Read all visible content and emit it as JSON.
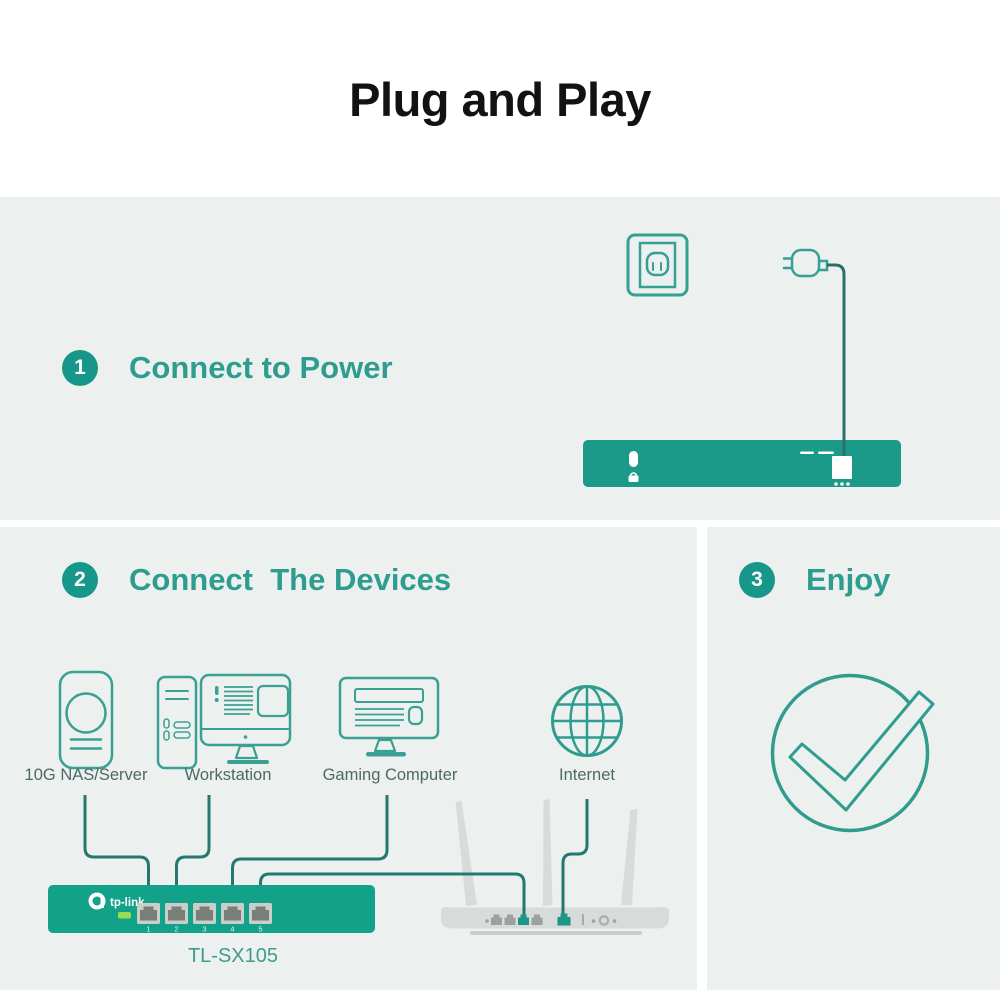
{
  "title": "Plug and Play",
  "colors": {
    "accent_teal": "#17968A",
    "heading_teal": "#2E9C8E",
    "icon_stroke_teal": "#3BA092",
    "panel_bg": "#ECF1F0",
    "switch_fill_step1": "#1B9A8A",
    "switch_fill_step2": "#12A189",
    "cable_teal": "#23796F",
    "device_label_gray": "#4E6964",
    "led_green": "#97DD4E",
    "router_gray": "#D7DCDB"
  },
  "steps": [
    {
      "num": "1",
      "label": "Connect to Power"
    },
    {
      "num": "2",
      "label": "Connect  The Devices"
    },
    {
      "num": "3",
      "label": "Enjoy"
    }
  ],
  "device_labels": [
    "10G NAS/Server",
    "Workstation",
    "Gaming Computer",
    "Internet"
  ],
  "switch": {
    "brand": "tp-link",
    "model": "TL-SX105",
    "port_numbers": [
      "1",
      "2",
      "3",
      "4",
      "5"
    ]
  }
}
